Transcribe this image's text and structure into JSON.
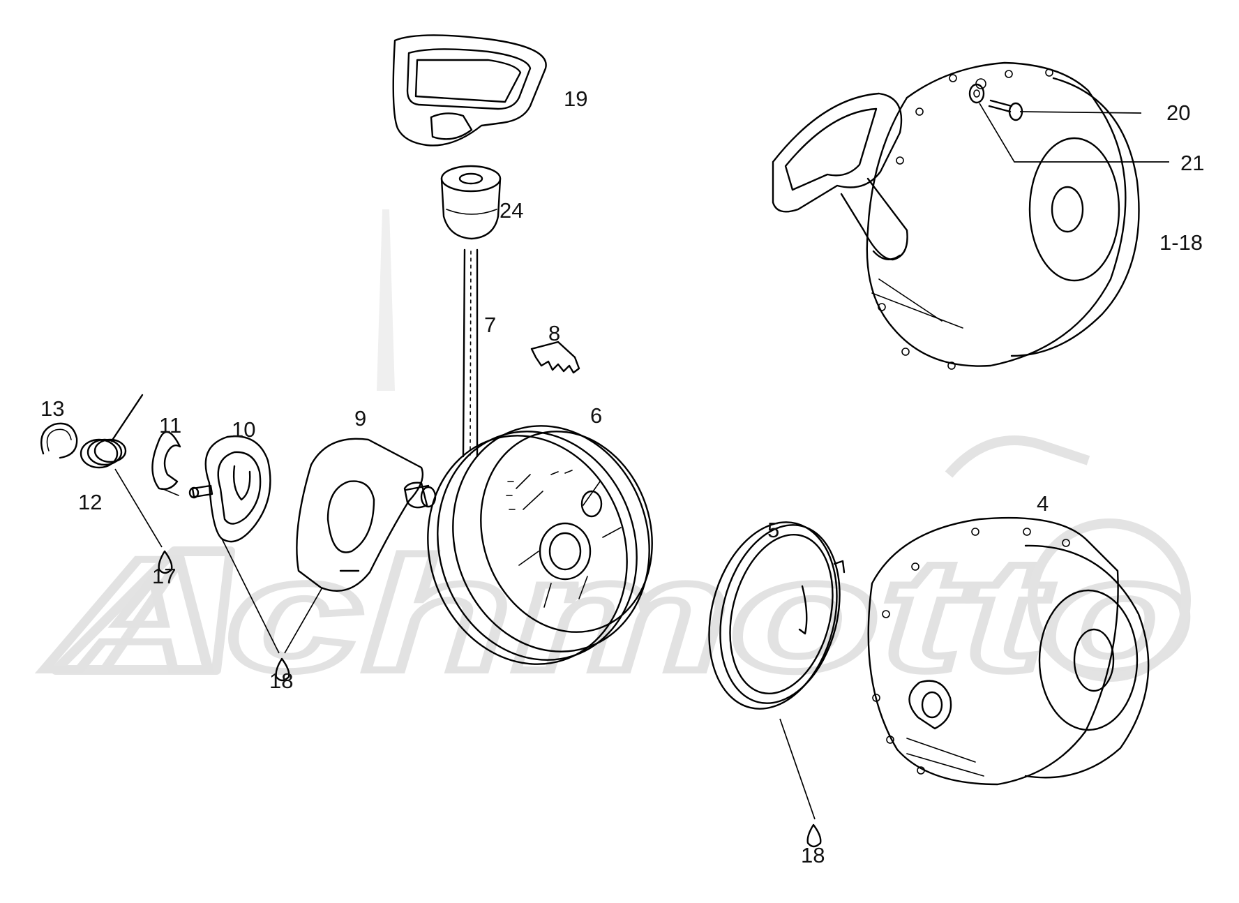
{
  "watermark": {
    "text": "Achmotto",
    "color": "#e6e6e6"
  },
  "labels": {
    "p4": "4",
    "p5": "5",
    "p6": "6",
    "p7": "7",
    "p8": "8",
    "p9": "9",
    "p10": "10",
    "p11": "11",
    "p12": "12",
    "p13": "13",
    "p17": "17",
    "p18a": "18",
    "p18b": "18",
    "p19": "19",
    "p20": "20",
    "p21": "21",
    "p24": "24",
    "assembly": "1-18"
  }
}
